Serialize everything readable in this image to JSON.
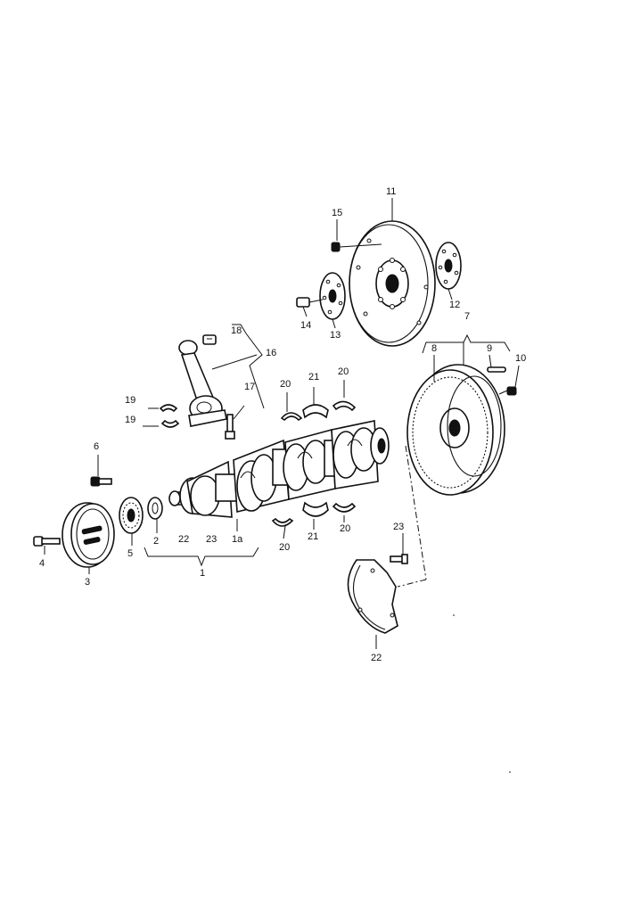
{
  "callouts": {
    "c11": "11",
    "c15": "15",
    "c12": "12",
    "c14": "14",
    "c13": "13",
    "c7": "7",
    "c8": "8",
    "c9": "9",
    "c10": "10",
    "c18": "18",
    "c16": "16",
    "c17": "17",
    "c19a": "19",
    "c19b": "19",
    "c20a": "20",
    "c21a": "21",
    "c20b": "20",
    "c6": "6",
    "c4": "4",
    "c3": "3",
    "c5": "5",
    "c2": "2",
    "c22a": "22",
    "c23a": "23",
    "c1a": "1a",
    "c1": "1",
    "c20c": "20",
    "c21b": "21",
    "c20d": "20",
    "c23b": "23",
    "c22b": "22"
  }
}
